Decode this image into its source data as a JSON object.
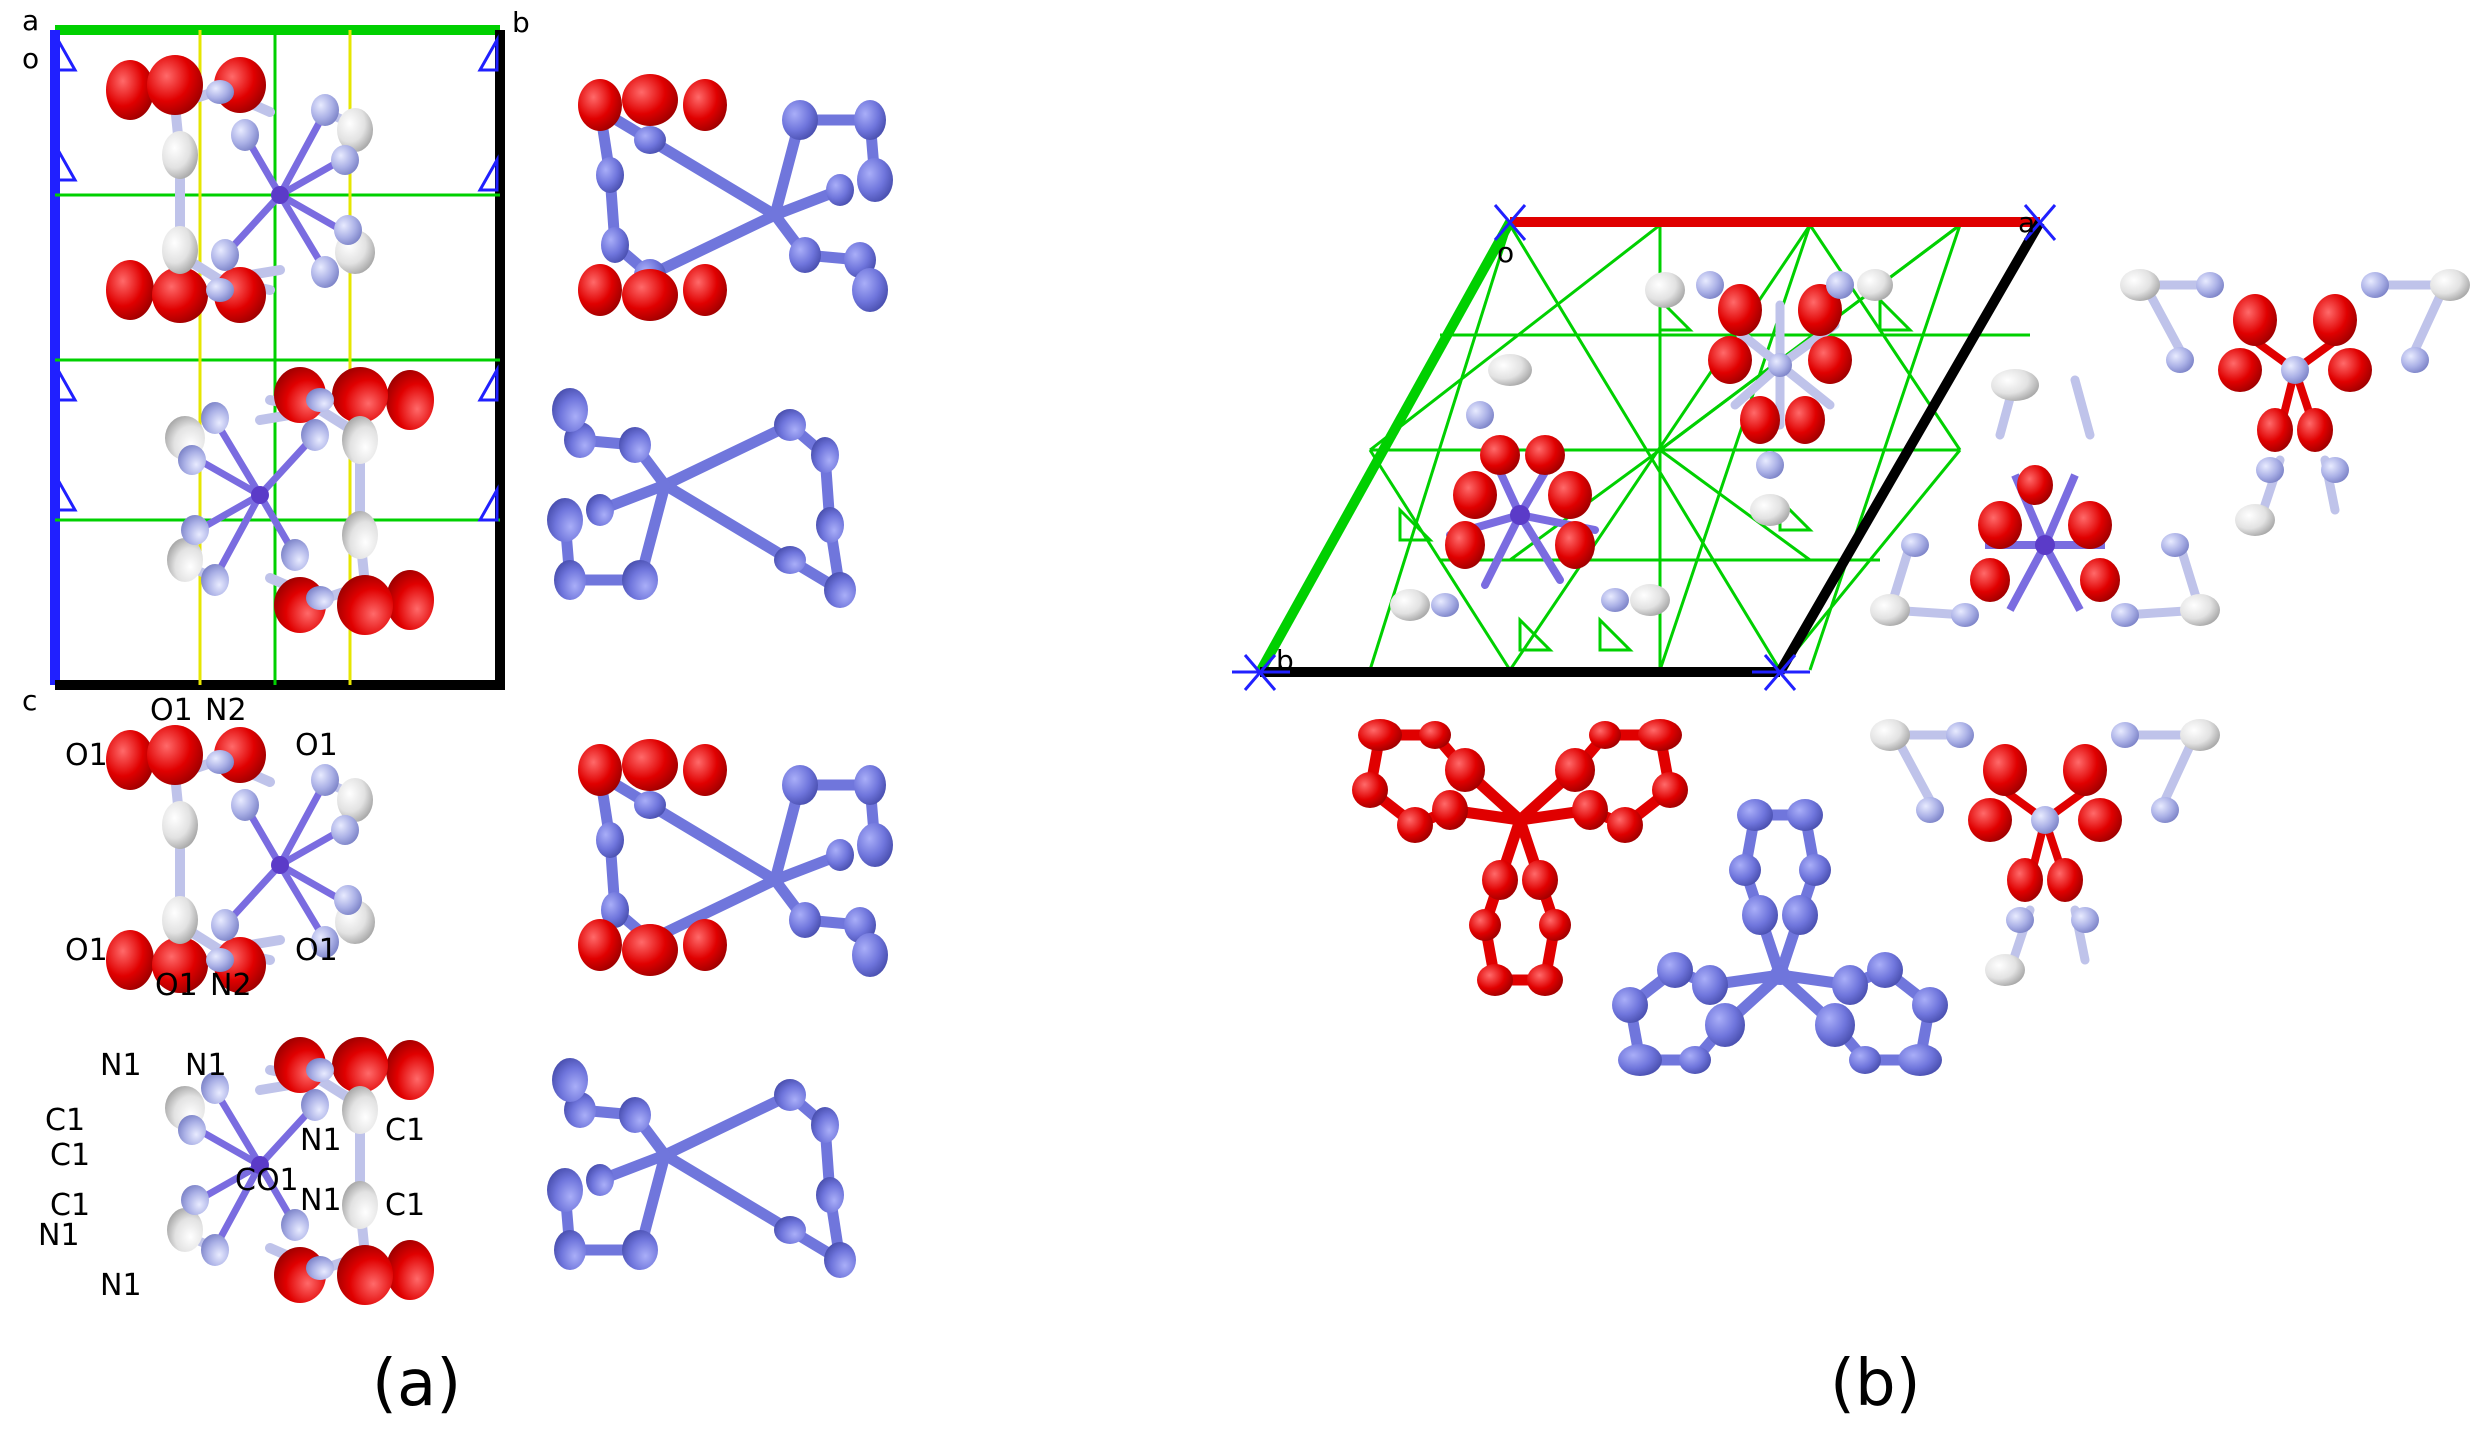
{
  "panel_a": {
    "caption": "(a)",
    "axis_labels": {
      "a": "a",
      "b": "b",
      "c": "c",
      "o": "o"
    },
    "atom_labels_top": [
      "O1",
      "N2",
      "O1",
      "O1"
    ],
    "atom_labels_bottom": [
      "O1",
      "O1",
      "O1",
      "N2"
    ],
    "atom_labels_lower": [
      "N1",
      "N1",
      "C1",
      "N1",
      "C1",
      "C1",
      "CO1",
      "C1",
      "N1",
      "C1",
      "N1",
      "N1"
    ]
  },
  "panel_b": {
    "caption": "(b)",
    "axis_labels": {
      "o": "o",
      "a": "a",
      "b": "b"
    }
  },
  "colors": {
    "oxygen": "#e00000",
    "nitrogen": "#aab0e6",
    "nitrogen_dark": "#6f75dc",
    "carbon": "#e6e6e6",
    "cobalt": "#6a4bd0",
    "axis_a": "#00d000",
    "axis_b": "#2020ff",
    "axis_c": "#000000",
    "axis_red": "#e00000",
    "symmetry": "#00cc00",
    "mirror": "#e6e600"
  }
}
